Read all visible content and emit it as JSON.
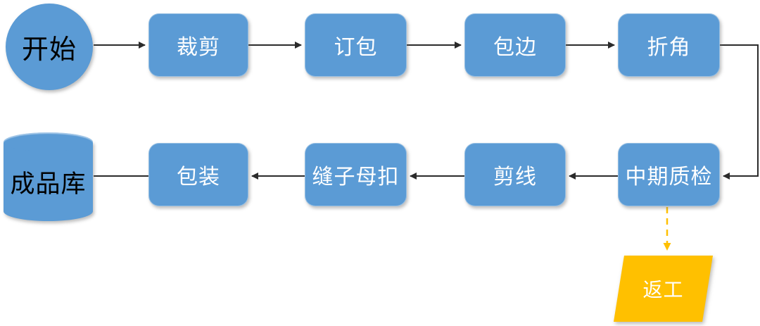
{
  "diagram": {
    "type": "flowchart",
    "nodes": {
      "start": {
        "label": "开始",
        "shape": "circle",
        "text_color": "#000000"
      },
      "cut": {
        "label": "裁剪",
        "shape": "rounded-rect",
        "text_color": "#FFFFFF"
      },
      "staple": {
        "label": "订包",
        "shape": "rounded-rect",
        "text_color": "#FFFFFF"
      },
      "edge_binding": {
        "label": "包边",
        "shape": "rounded-rect",
        "text_color": "#FFFFFF"
      },
      "corner_fold": {
        "label": "折角",
        "shape": "rounded-rect",
        "text_color": "#FFFFFF"
      },
      "mid_inspection": {
        "label": "中期质检",
        "shape": "rounded-rect",
        "text_color": "#FFFFFF"
      },
      "thread_trim": {
        "label": "剪线",
        "shape": "rounded-rect",
        "text_color": "#FFFFFF"
      },
      "snap_button": {
        "label": "缝子母扣",
        "shape": "rounded-rect",
        "text_color": "#FFFFFF"
      },
      "packaging": {
        "label": "包装",
        "shape": "rounded-rect",
        "text_color": "#FFFFFF"
      },
      "warehouse": {
        "label": "成品库",
        "shape": "cylinder",
        "text_color": "#000000"
      },
      "rework": {
        "label": "返工",
        "shape": "parallelogram",
        "text_color": "#FFFFFF"
      }
    },
    "edges": [
      {
        "from": "开始",
        "to": "裁剪",
        "style": "solid",
        "arrowhead": true
      },
      {
        "from": "裁剪",
        "to": "订包",
        "style": "solid",
        "arrowhead": true
      },
      {
        "from": "订包",
        "to": "包边",
        "style": "solid",
        "arrowhead": true
      },
      {
        "from": "包边",
        "to": "折角",
        "style": "solid",
        "arrowhead": true
      },
      {
        "from": "折角",
        "to": "中期质检",
        "style": "solid",
        "arrowhead": true
      },
      {
        "from": "中期质检",
        "to": "剪线",
        "style": "solid",
        "arrowhead": true
      },
      {
        "from": "剪线",
        "to": "缝子母扣",
        "style": "solid",
        "arrowhead": true
      },
      {
        "from": "缝子母扣",
        "to": "包装",
        "style": "solid",
        "arrowhead": true
      },
      {
        "from": "包装",
        "to": "成品库",
        "style": "solid",
        "arrowhead": false
      },
      {
        "from": "中期质检",
        "to": "返工",
        "style": "dashed",
        "arrowhead": true
      }
    ],
    "colors": {
      "node_fill": "#5B9BD5",
      "rework_fill": "#FFC000",
      "connector": "#2B2B2B",
      "rework_connector": "#FFC000",
      "node_text_light": "#FFFFFF",
      "node_text_dark": "#000000",
      "background": "#FFFFFF"
    }
  }
}
